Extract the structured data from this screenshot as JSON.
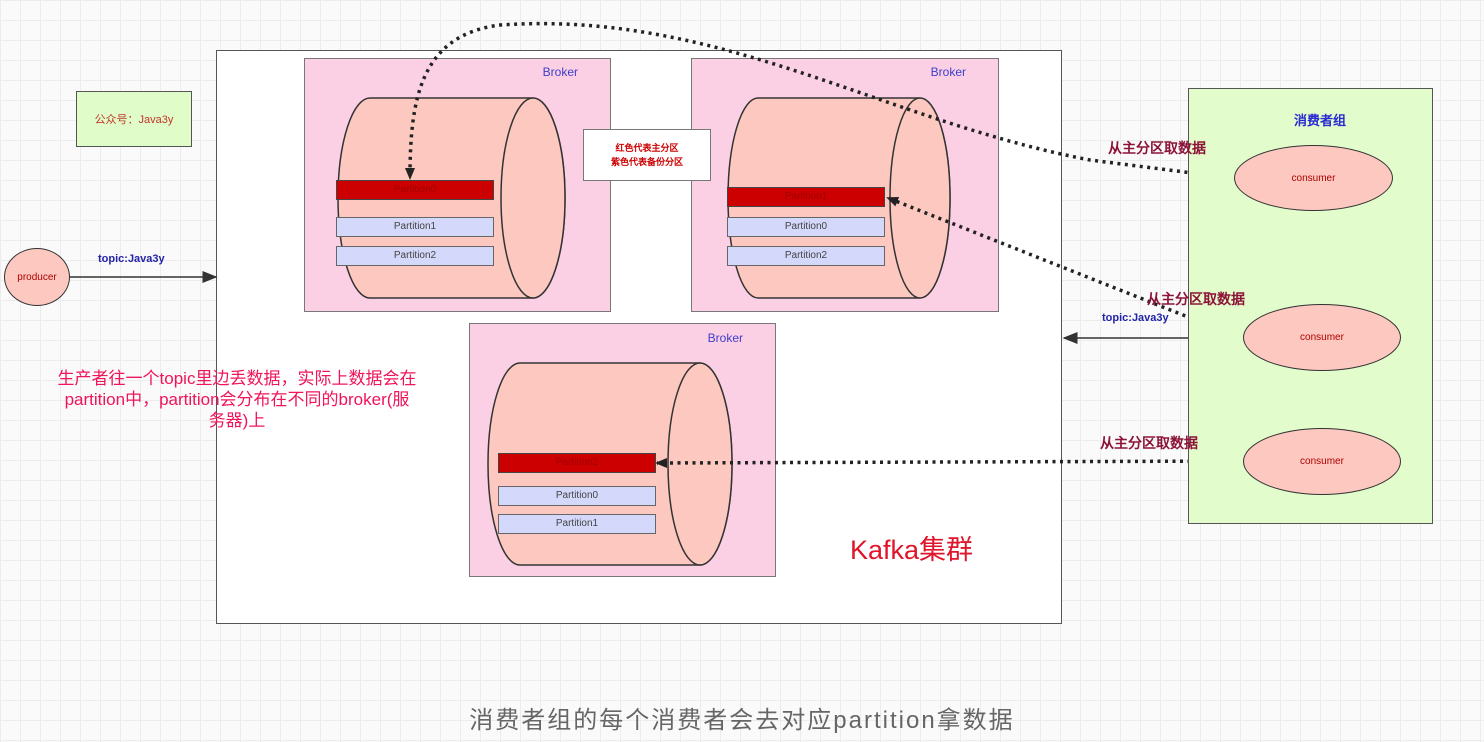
{
  "wechat_label": "公众号：Java3y",
  "legend": {
    "line1": "红色代表主分区",
    "line2": "紫色代表备份分区"
  },
  "producer": {
    "label": "producer",
    "topic_label": "topic:Java3y",
    "note_line1": "生产者往一个topic里边丢数据，实际上数据会在",
    "note_line2": "partition中，partition会分布在不同的broker(服",
    "note_line3": "务器)上"
  },
  "cluster_label": "Kafka集群",
  "brokers": [
    {
      "label": "Broker",
      "primary_partition": "Partition0",
      "backup_partitions": [
        "Partition1",
        "Partition2"
      ]
    },
    {
      "label": "Broker",
      "primary_partition": "Partition1",
      "backup_partitions": [
        "Partition0",
        "Partition2"
      ]
    },
    {
      "label": "Broker",
      "primary_partition": "Partition2",
      "backup_partitions": [
        "Partition0",
        "Partition1"
      ]
    }
  ],
  "consumer_group": {
    "title": "消费者组",
    "topic_label": "topic:Java3y",
    "consumers": [
      "consumer",
      "consumer",
      "consumer"
    ],
    "fetch_labels": [
      "从主分区取数据",
      "从主分区取数据",
      "从主分区取数据"
    ]
  },
  "caption": "消费者组的每个消费者会去对应partition拿数据",
  "colors": {
    "primary_partition": "#cc0000",
    "backup_partition": "#d4d8fb",
    "broker_fill": "#fcd0e4",
    "cylinder_fill": "#fcc8c0",
    "group_fill": "#e2fccb",
    "dotted_arrow": "#222222"
  }
}
